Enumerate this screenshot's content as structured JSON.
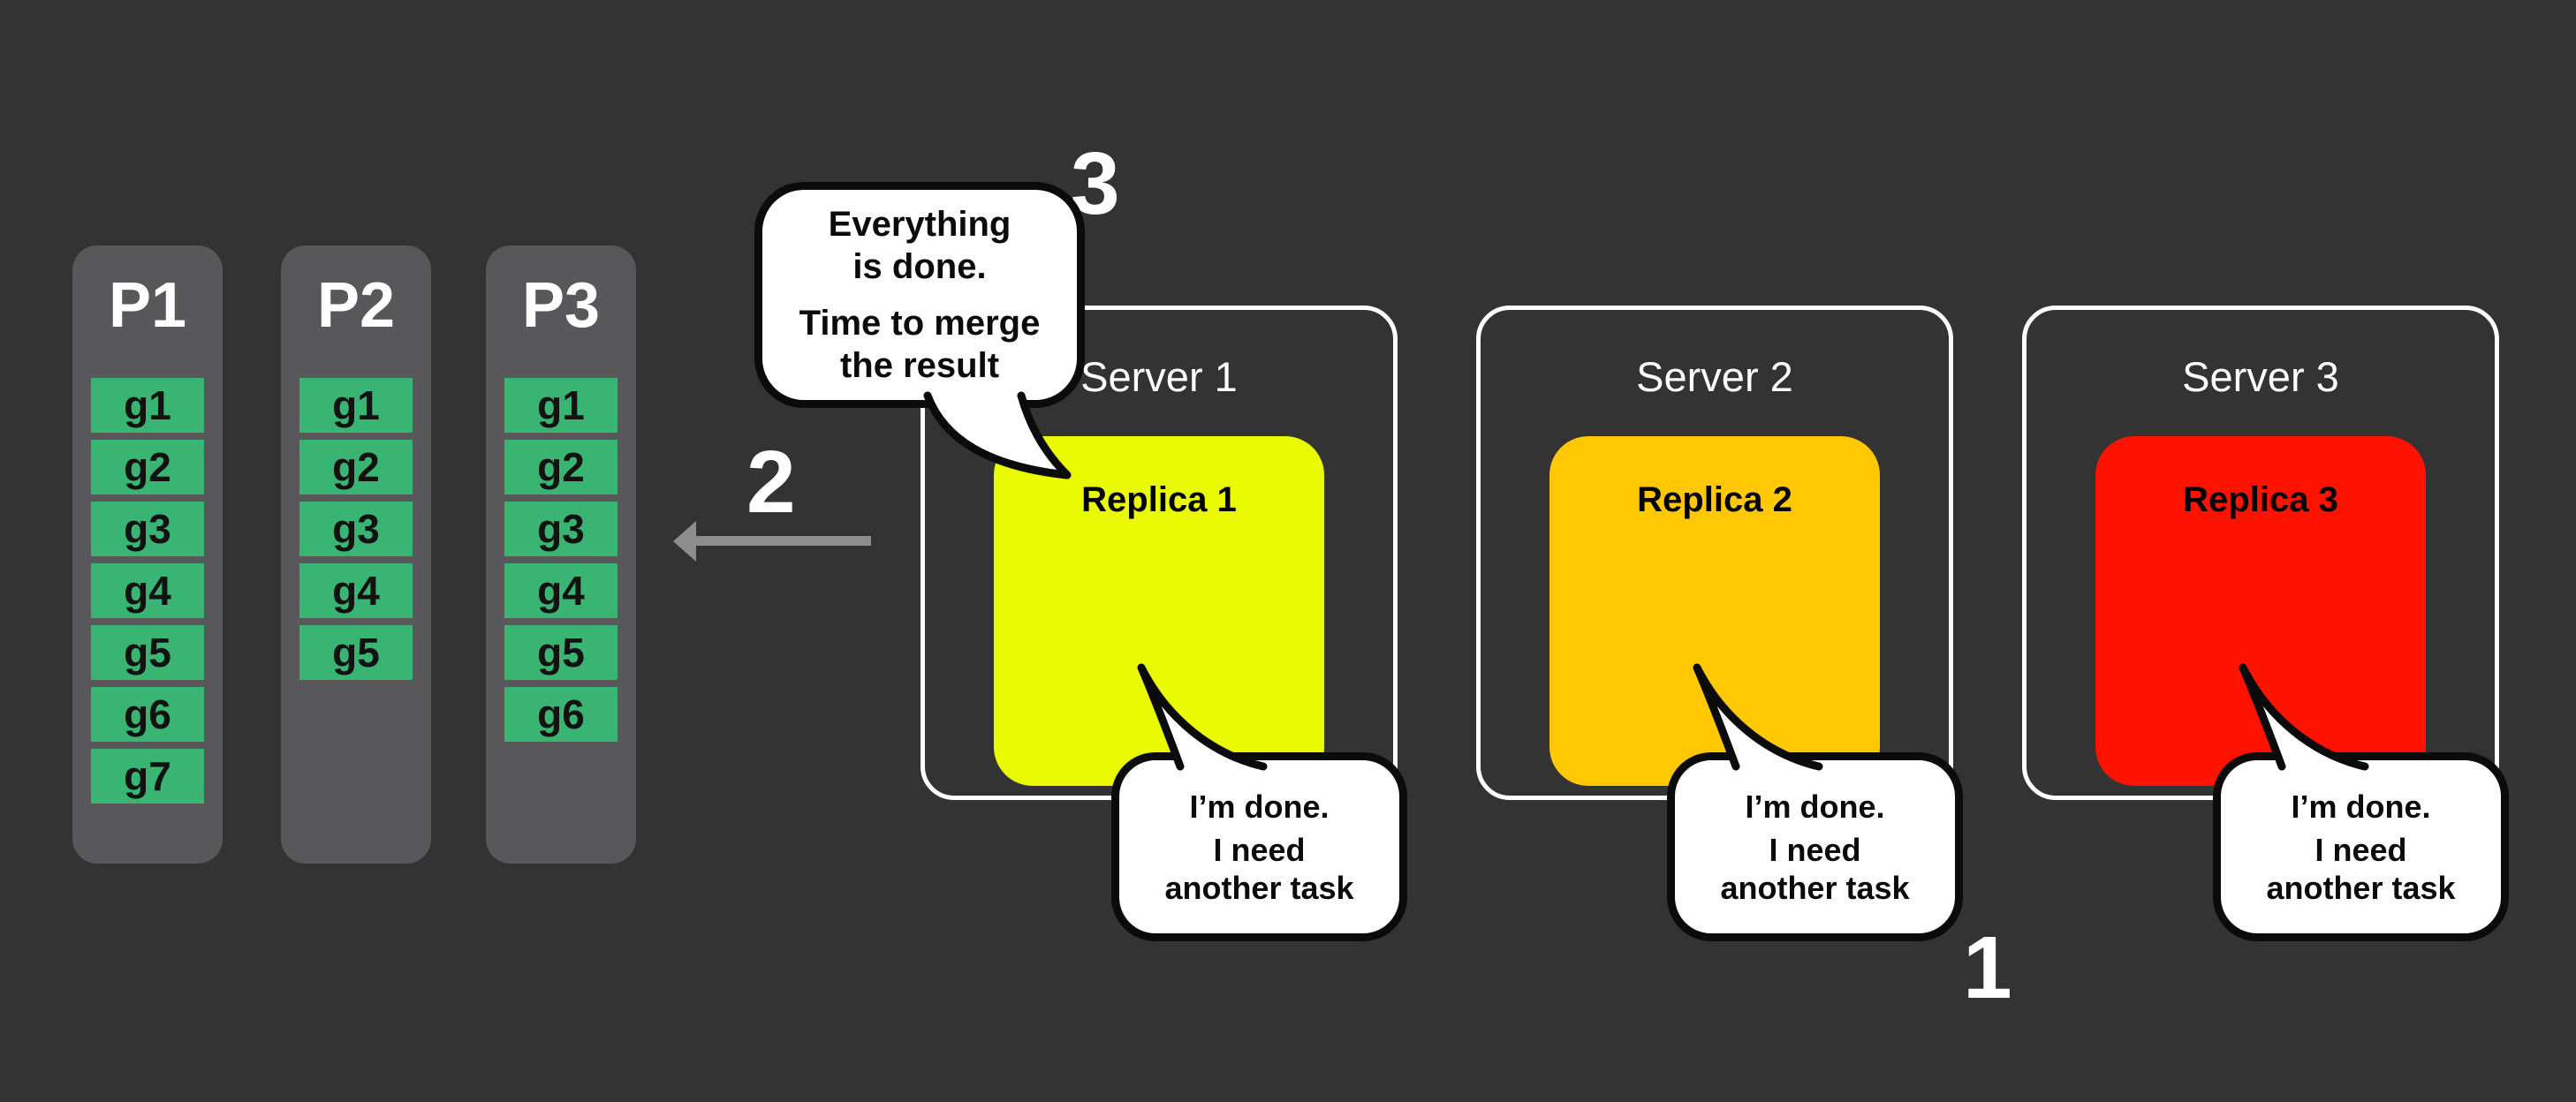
{
  "colors": {
    "background": "#333333",
    "partition_bg": "#58585a",
    "group_green": "#3ab473",
    "replica_yellow": "#eafa00",
    "replica_amber": "#ffc800",
    "replica_red": "#ff1200",
    "server_border": "#ffffff",
    "bubble_bg": "#ffffff",
    "bubble_border": "#0b0b0b",
    "arrow_gray": "#8d8d8d"
  },
  "partitions": [
    {
      "label": "P1",
      "groups": [
        "g1",
        "g2",
        "g3",
        "g4",
        "g5",
        "g6",
        "g7"
      ]
    },
    {
      "label": "P2",
      "groups": [
        "g1",
        "g2",
        "g3",
        "g4",
        "g5"
      ]
    },
    {
      "label": "P3",
      "groups": [
        "g1",
        "g2",
        "g3",
        "g4",
        "g5",
        "g6"
      ]
    }
  ],
  "servers": [
    {
      "label": "Server 1",
      "replica_label": "Replica 1",
      "replica_color": "#eafa00",
      "done_bubble": {
        "para1": [
          "I’m done."
        ],
        "para2": [
          "I need",
          "another task"
        ]
      }
    },
    {
      "label": "Server 2",
      "replica_label": "Replica 2",
      "replica_color": "#ffc800",
      "done_bubble": {
        "para1": [
          "I’m done."
        ],
        "para2": [
          "I need",
          "another task"
        ]
      }
    },
    {
      "label": "Server 3",
      "replica_label": "Replica 3",
      "replica_color": "#ff1200",
      "done_bubble": {
        "para1": [
          "I’m done."
        ],
        "para2": [
          "I need",
          "another task"
        ]
      }
    }
  ],
  "merge_bubble": {
    "para1": [
      "Everything",
      "is done."
    ],
    "para2": [
      "Time to merge",
      "the result"
    ]
  },
  "steps": {
    "s1": "1",
    "s2": "2",
    "s3": "3"
  }
}
